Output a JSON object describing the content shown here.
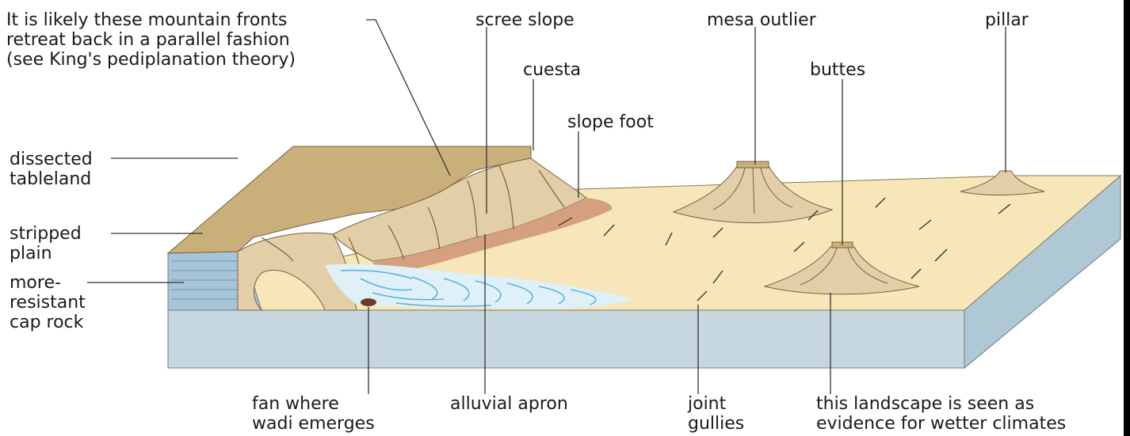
{
  "labels": {
    "note": [
      "It is likely these mountain fronts",
      "retreat back in a parallel fashion",
      "(see King's pediplanation theory)"
    ],
    "scree_slope": "scree slope",
    "mesa_outlier": "mesa outlier",
    "pillar": "pillar",
    "cuesta": "cuesta",
    "buttes": "buttes",
    "slope_foot": "slope foot",
    "dissected_tableland": [
      "dissected",
      "tableland"
    ],
    "stripped_plain": [
      "stripped",
      "plain"
    ],
    "cap_rock": [
      "more-",
      "resistant",
      "cap rock"
    ],
    "fan": [
      "fan where",
      "wadi emerges"
    ],
    "alluvial_apron": "alluvial apron",
    "joint_gullies": [
      "joint",
      "gullies"
    ],
    "evidence": [
      "this landscape is seen as",
      "evidence for wetter climates"
    ]
  },
  "colors": {
    "plain": "#f6e6b8",
    "plain_side_front": "#c7d7e0",
    "plain_side_right": "#aec8d6",
    "tableland_top": "#c9b07a",
    "escarpment": "#e2cfa7",
    "scree": "#d4a07e",
    "water": "#dff0f8",
    "water_lines": "#5bb3e0",
    "cap_rock_side": "#a8c4d8",
    "leader_line": "#333333"
  }
}
